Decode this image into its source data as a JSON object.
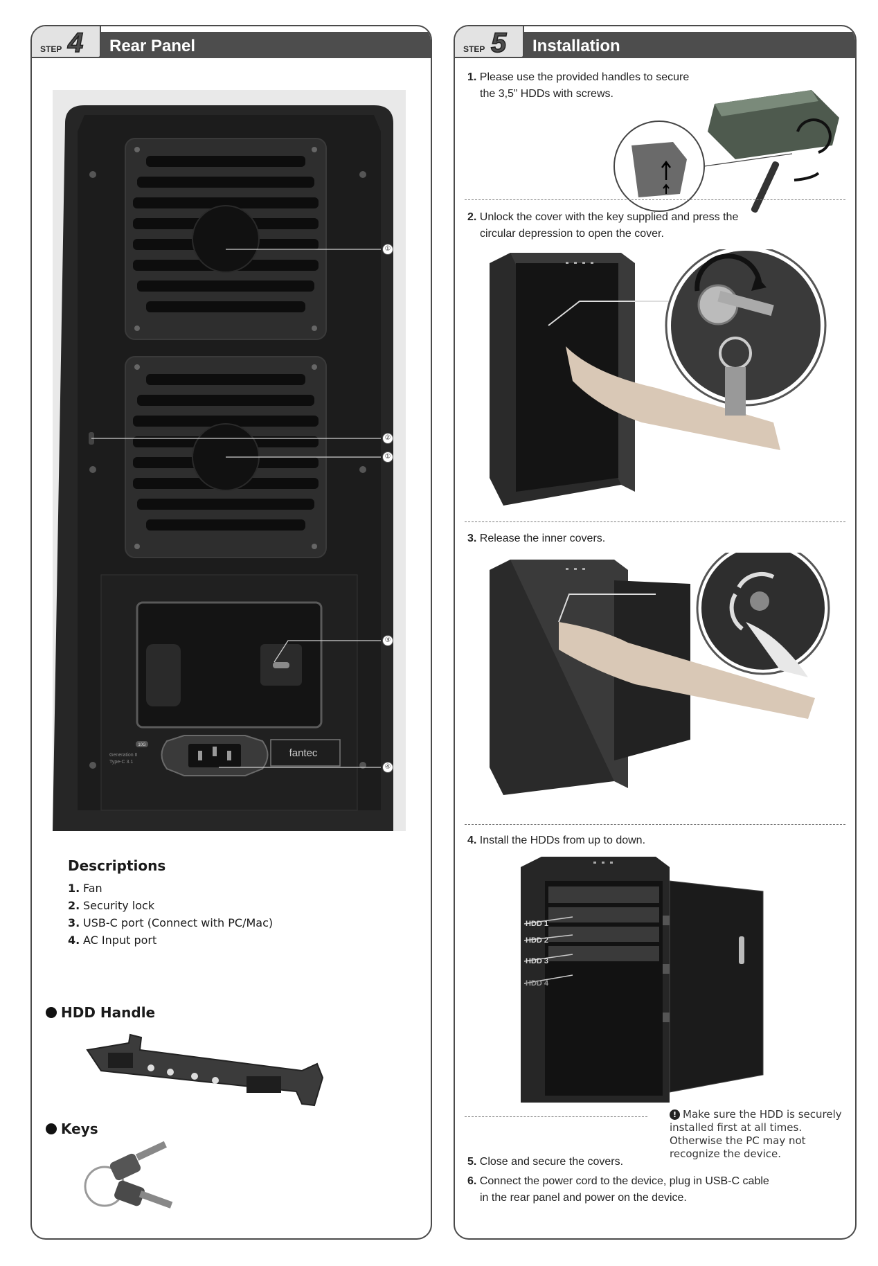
{
  "left": {
    "step_word": "STEP",
    "step_number": "4",
    "title": "Rear Panel",
    "callouts": [
      "①",
      "②",
      "①",
      "③",
      "④"
    ],
    "device_labels": {
      "brand": "fantec",
      "gen_line1": "Generation II",
      "gen_line2": "Type-C 3.1",
      "tag": "10G"
    },
    "descriptions": {
      "heading": "Descriptions",
      "items": [
        {
          "num": "1.",
          "text": "Fan"
        },
        {
          "num": "2.",
          "text": "Security lock"
        },
        {
          "num": "3.",
          "text": "USB-C port (Connect with PC/Mac)"
        },
        {
          "num": "4.",
          "text": "AC Input port"
        }
      ]
    },
    "hdd_handle_title": "HDD Handle",
    "keys_title": "Keys"
  },
  "right": {
    "step_word": "STEP",
    "step_number": "5",
    "title": "Installation",
    "steps": [
      {
        "num": "1.",
        "line1": "Please use the provided handles to secure",
        "line2": "the 3,5” HDDs with screws."
      },
      {
        "num": "2.",
        "line1": "Unlock the cover with the key supplied and press the",
        "line2": "circular depression to open the cover."
      },
      {
        "num": "3.",
        "line1": "Release the inner covers.",
        "line2": ""
      },
      {
        "num": "4.",
        "line1": "Install the HDDs from up to down.",
        "line2": ""
      },
      {
        "num": "5.",
        "line1": "Close and secure the covers.",
        "line2": ""
      },
      {
        "num": "6.",
        "line1": "Connect the power cord to the device, plug in USB-C cable",
        "line2": "in the rear panel and power on the device."
      }
    ],
    "hdd_labels": [
      "HDD 1",
      "HDD 2",
      "HDD 3",
      "HDD 4"
    ],
    "note": {
      "icon": "!",
      "text": "Make sure the HDD is securely installed first at all times. Otherwise the PC may not recognize the device."
    }
  },
  "colors": {
    "header_bar": "#4d4d4d",
    "tab_bg": "#e3e3e3",
    "device_dark": "#1c1c1c"
  }
}
